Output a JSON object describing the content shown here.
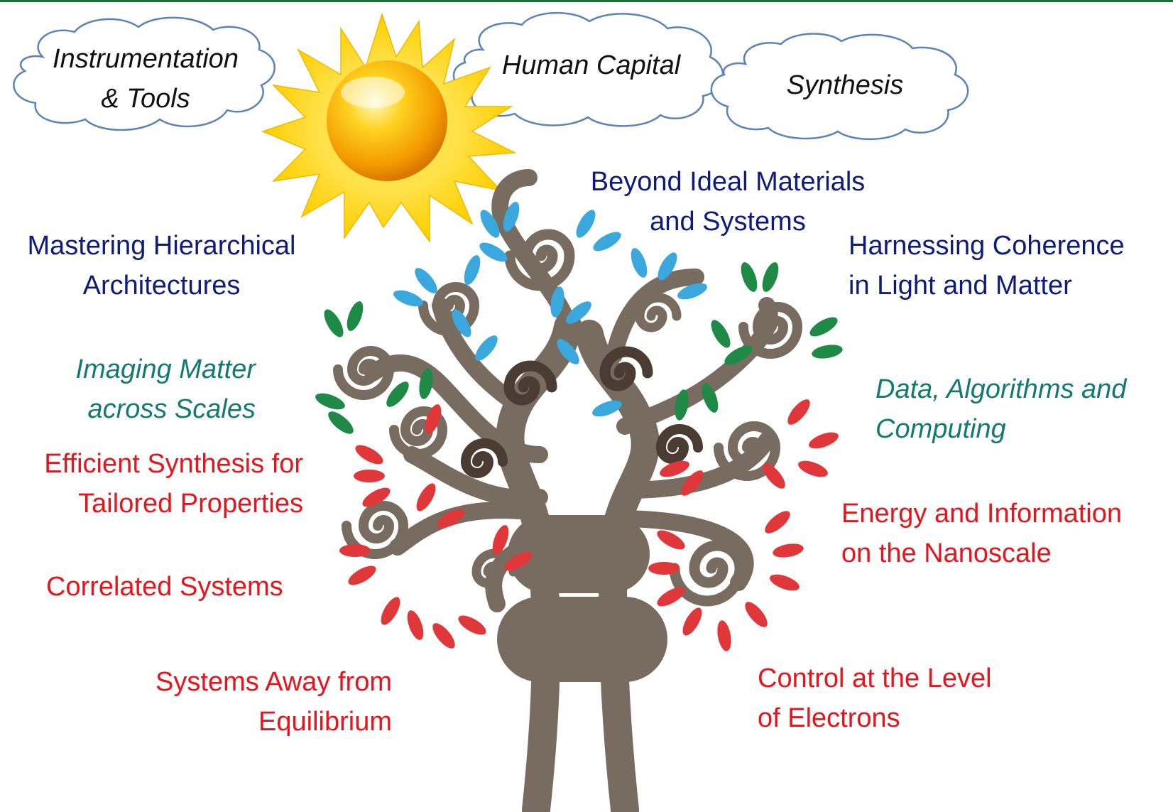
{
  "clouds": [
    {
      "line1": "Instrumentation",
      "line2": "& Tools"
    },
    {
      "line1": "Human Capital"
    },
    {
      "line1": "Synthesis"
    }
  ],
  "labels": {
    "beyond_ideal": {
      "line1": "Beyond Ideal Materials",
      "line2": "and Systems"
    },
    "mastering": {
      "line1": "Mastering Hierarchical",
      "line2": "Architectures"
    },
    "harnessing": {
      "line1": "Harnessing Coherence",
      "line2": "in Light and Matter"
    },
    "imaging": {
      "line1": "Imaging Matter",
      "line2": "across Scales"
    },
    "data": {
      "line1": "Data, Algorithms and",
      "line2": "Computing"
    },
    "efficient": {
      "line1": "Efficient Synthesis for",
      "line2": "Tailored Properties"
    },
    "energy": {
      "line1": "Energy and Information",
      "line2": "on the Nanoscale"
    },
    "correlated": {
      "line1": "Correlated Systems"
    },
    "away": {
      "line1": "Systems Away from",
      "line2": "Equilibrium"
    },
    "control": {
      "line1": "Control at the Level",
      "line2": "of Electrons"
    }
  },
  "colors": {
    "navy": "#0d1b7a",
    "teal": "#127a70",
    "red": "#e8141c",
    "trunk": "#7a6c60",
    "dark_spiral": "#4a3b33",
    "leaf_blue": "#3aa7dd",
    "leaf_green": "#1e8a46",
    "leaf_red": "#e0383a",
    "sun": "#ffcc00"
  }
}
